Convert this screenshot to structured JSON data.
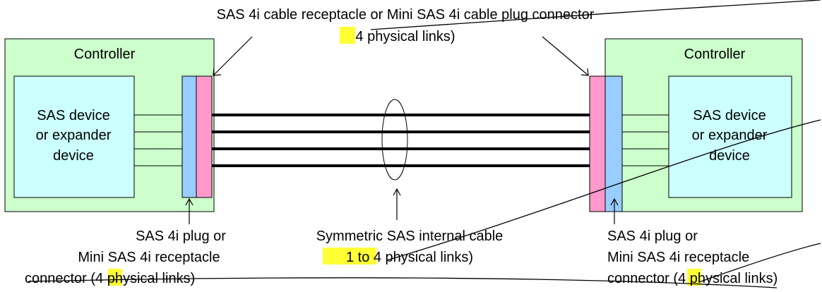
{
  "top_label": {
    "line1": "SAS 4i cable receptacle or Mini SAS 4i cable plug connector",
    "line2_num": "4",
    "line2_rest": " physical links)"
  },
  "left_controller": {
    "title": "Controller",
    "device_line1": "SAS device",
    "device_line2": "or expander",
    "device_line3": "device"
  },
  "right_controller": {
    "title": "Controller",
    "device_line1": "SAS device",
    "device_line2": "or expander",
    "device_line3": "device"
  },
  "bottom_left_label": {
    "line1": "SAS 4i plug or",
    "line2": "Mini SAS 4i receptacle",
    "line3_pre": "connector (",
    "line3_num": "4",
    "line3_rest": " physical links)"
  },
  "bottom_center_label": {
    "line1": "Symmetric SAS internal cable",
    "line2_num": "1 to 4",
    "line2_rest": " physical links)"
  },
  "bottom_right_label": {
    "line1": "SAS 4i plug or",
    "line2": "Mini SAS 4i receptacle",
    "line3_pre": "connector (",
    "line3_num": "4",
    "line3_rest": " physical links)"
  },
  "colors": {
    "controller_fill": "#ccffcc",
    "device_fill": "#ccffff",
    "plug_fill": "#99ccff",
    "receptacle_fill": "#ff99cc",
    "highlight": "#ffff33"
  }
}
